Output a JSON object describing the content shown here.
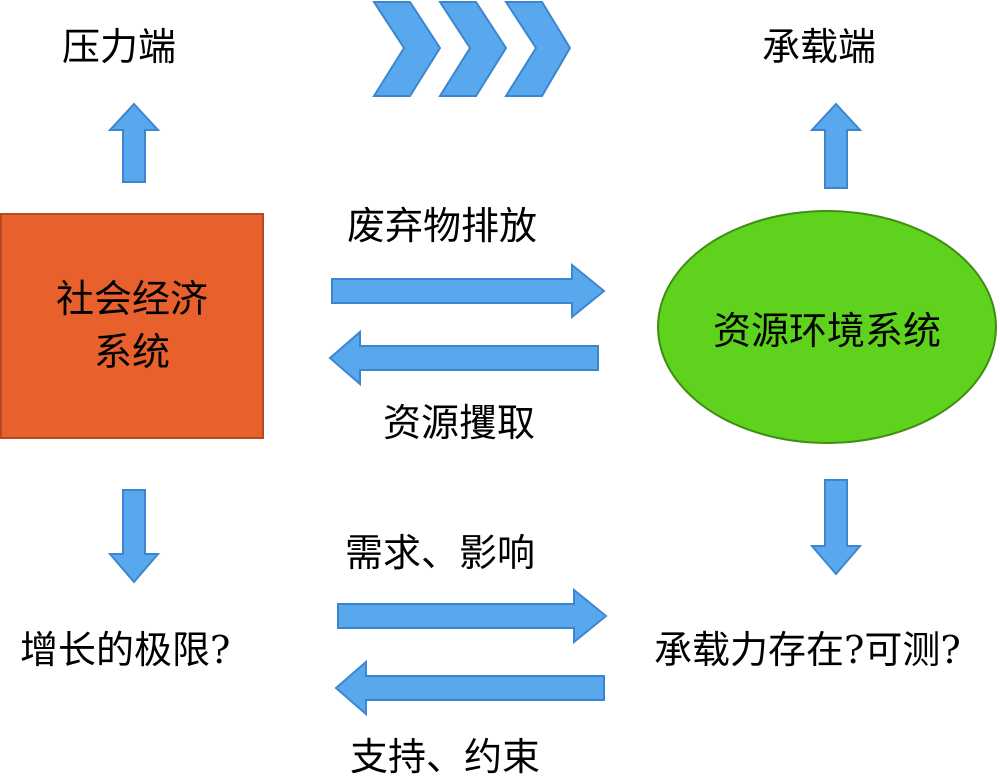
{
  "labels": {
    "pressure_end": "压力端",
    "carrying_end": "承载端",
    "waste_emission": "废弃物排放",
    "resource_extraction": "资源攫取",
    "demand_influence": "需求、影响",
    "support_constraint": "支持、约束",
    "growth_limits": "增长的极限?",
    "capacity_question": "承载力存在?可测?"
  },
  "nodes": {
    "socio_economic": "社会经济\n系统",
    "resource_env": "资源环境系统"
  },
  "colors": {
    "socio_box": "#E8602C",
    "resource_ellipse": "#5ED21D",
    "arrows": "#59A8EE"
  }
}
